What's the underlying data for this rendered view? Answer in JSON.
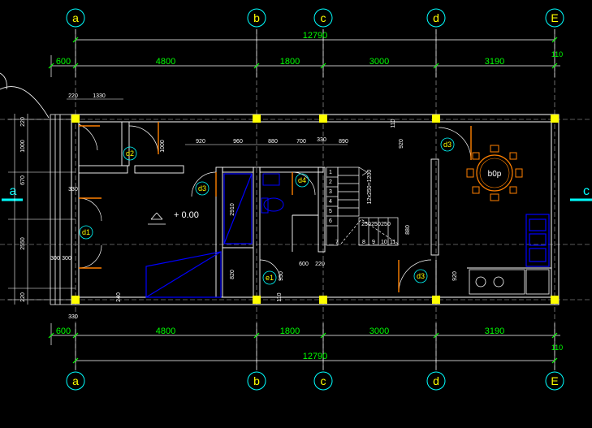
{
  "plan": {
    "axes_top": [
      "a",
      "b",
      "c",
      "d",
      "E"
    ],
    "axes_bottom": [
      "a",
      "b",
      "c",
      "d",
      "E"
    ],
    "axes_side": [
      "a",
      "c"
    ],
    "overall_dim_top": "12790",
    "overall_dim_bottom": "12790",
    "segment_dims_top": [
      "600",
      "4800",
      "1800",
      "3000",
      "3190"
    ],
    "segment_dims_bottom": [
      "600",
      "4800",
      "1800",
      "3000",
      "3190"
    ],
    "end_dim_top": "110",
    "end_dim_bottom": "110",
    "detail_dims_top": [
      "220",
      "1330",
      "920",
      "960",
      "880",
      "700",
      "330",
      "890",
      "920",
      "110"
    ],
    "detail_dims_left": [
      "1000",
      "1000",
      "670",
      "330",
      "2550",
      "300",
      "300",
      "220",
      "220",
      "330"
    ],
    "detail_dims_mid": [
      "2910",
      "820",
      "950",
      "600",
      "220",
      "240",
      "110",
      "880",
      "920",
      "1000",
      "12x250=1200",
      "250",
      "250",
      "250"
    ],
    "elevation_label": "+ 0.00",
    "doors": [
      "d1",
      "d2",
      "d3",
      "d4",
      "d3",
      "d3",
      "e1"
    ],
    "table_label": "b0p",
    "stair_steps": [
      "1",
      "2",
      "3",
      "4",
      "5",
      "6",
      "7",
      "8",
      "9",
      "10",
      "11"
    ]
  },
  "colors": {
    "background": "#000000",
    "wall": "#ffffff",
    "dimension": "#00ff00",
    "axis_bubble": "#00ffff",
    "axis_label": "#ffff00",
    "column": "#ffff00",
    "door_swing": "#ffffff",
    "door_leaf": "#ff8000",
    "fixture": "#0000ff",
    "dining": "#ff8000"
  }
}
